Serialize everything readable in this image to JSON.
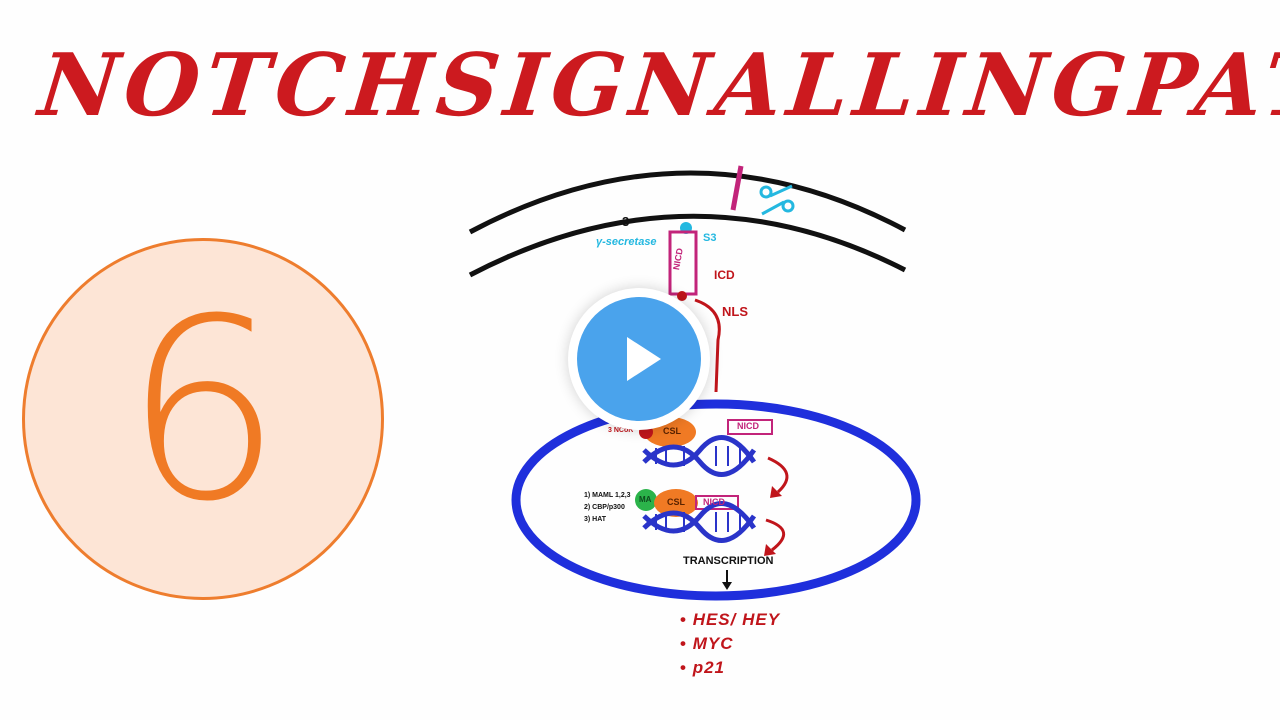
{
  "title": {
    "word1": "Notch",
    "word2": "Signalling",
    "word3": "Pathway"
  },
  "badge": {
    "number": "6"
  },
  "labels": {
    "three": "3",
    "gamma_secretase": "γ-secretase",
    "s3": "S3",
    "nicd_vertical": "NICD",
    "icd": "ICD",
    "nls": "NLS",
    "csl_top": "CSL",
    "nicd_top": "NICD",
    "nuc_left_top": "3 NCoR",
    "maml": "1) MAML 1,2,3",
    "cbp": "2) CBP/p300",
    "hat": "3) HAT",
    "ma": "MA",
    "csl_bottom": "CSL",
    "nicd_bottom": "NICD",
    "transcription": "TRANSCRIPTION"
  },
  "targets": [
    "HES/ HEY",
    "MYC",
    "p21"
  ],
  "colors": {
    "title_red": "#cc1a1f",
    "badge_orange": "#ee7d2e",
    "nucleus_blue": "#1f2fdc",
    "dna_blue": "#2a34c9",
    "csl_orange": "#f07a24",
    "maml_green": "#2bb34a",
    "magenta": "#c2247a",
    "cyan": "#24b8e0",
    "play_blue": "#4aa3ec"
  },
  "icons": {
    "play": "play-icon",
    "scissors": "scissors-icon"
  }
}
